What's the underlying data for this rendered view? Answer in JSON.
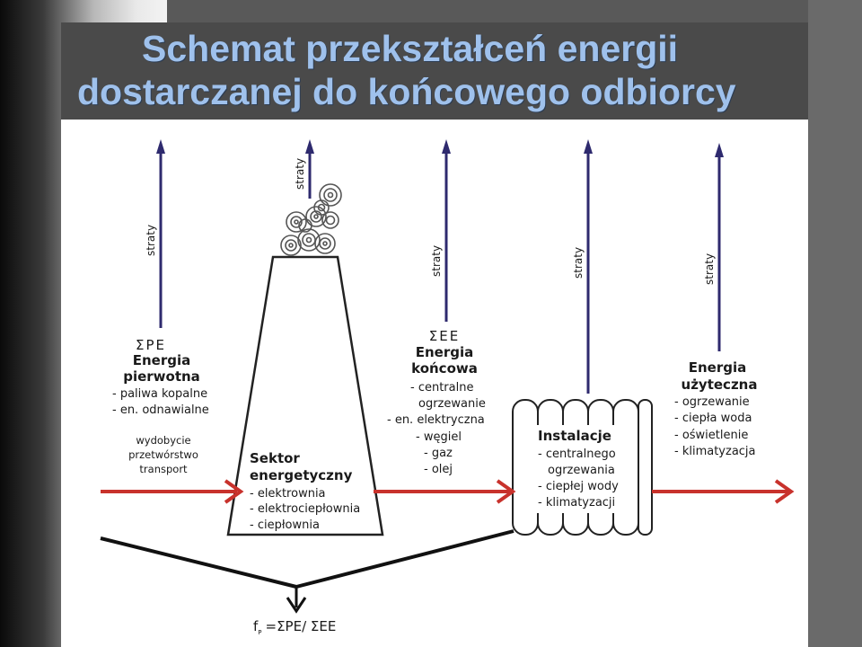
{
  "title": {
    "line1": "Schemat przekształceń energii",
    "line2": "dostarczanej do końcowego odbiorcy"
  },
  "losses_label": "straty",
  "primary": {
    "symbol": "ΣPE",
    "heading1": "Energia",
    "heading2": "pierwotna",
    "items": [
      "- paliwa kopalne",
      "- en. odnawialne"
    ]
  },
  "process": [
    "wydobycie",
    "przetwórstwo",
    "transport"
  ],
  "energy_sector": {
    "heading1": "Sektor",
    "heading2": "energetyczny",
    "items": [
      "- elektrownia",
      "- elektrociepłownia",
      "- ciepłownia"
    ]
  },
  "final": {
    "symbol": "ΣEE",
    "heading1": "Energia",
    "heading2": "końcowa",
    "items": [
      "- centralne",
      "ogrzewanie",
      "- en. elektryczna",
      "- węgiel",
      "- gaz",
      "- olej"
    ]
  },
  "installations": {
    "heading": "Instalacje",
    "items": [
      "- centralnego",
      "ogrzewania",
      "- ciepłej wody",
      "- klimatyzacji"
    ]
  },
  "useful": {
    "heading1": "Energia",
    "heading2": "użyteczna",
    "items": [
      "- ogrzewanie",
      "- ciepła woda",
      "- oświetlenie",
      "- klimatyzacja"
    ]
  },
  "formula": {
    "f": "f",
    "sub": "P",
    "rest": "=ΣPE/ ΣEE"
  },
  "colors": {
    "title": "#9fc1ec",
    "loss_arrow": "#2e2a6e",
    "flow_arrow": "#c8322c",
    "ink": "#1a1a1a"
  }
}
